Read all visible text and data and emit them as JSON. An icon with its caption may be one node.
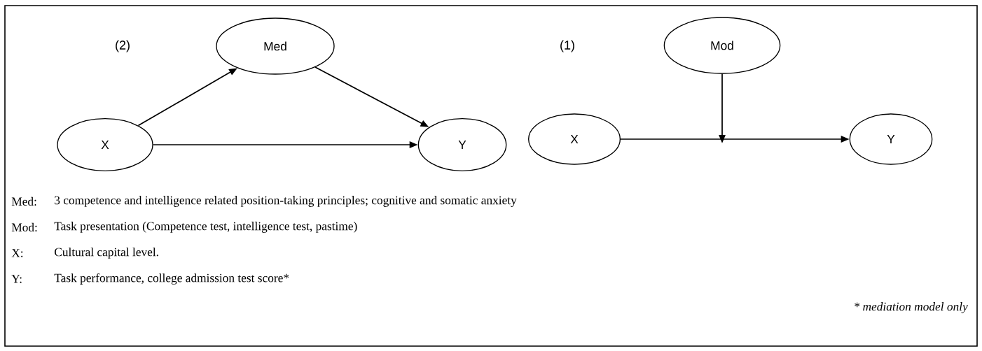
{
  "diagram": {
    "nodes": [
      {
        "text": [
          "Med"
        ]
      },
      {
        "text": [
          "Mod"
        ]
      },
      {
        "text": [
          "X"
        ]
      },
      {
        "text": [
          "Y"
        ]
      },
      {
        "text": [
          "X"
        ]
      },
      {
        "text": [
          "Y"
        ]
      }
    ],
    "edges": [
      {
        "from": 2,
        "to": 0,
        "arrow": "to"
      },
      {
        "from": 0,
        "to": 3,
        "arrow": "to"
      },
      {
        "from": 2,
        "to": 3,
        "arrow": "to"
      },
      {
        "from": 4,
        "to": 5,
        "arrow": "to"
      },
      {
        "from": 1,
        "to": null,
        "arrow": "to"
      }
    ],
    "labels": [
      "(2)",
      "(1)",
      "Med:",
      "3 competence and intelligence related position-taking principles; cognitive and somatic anxiety",
      "Mod:",
      "Task presentation (Competence test, intelligence test, pastime)",
      "X:",
      "Cultural capital level.",
      "Y:",
      "Task performance, college admission test score*",
      "* mediation model only"
    ]
  }
}
